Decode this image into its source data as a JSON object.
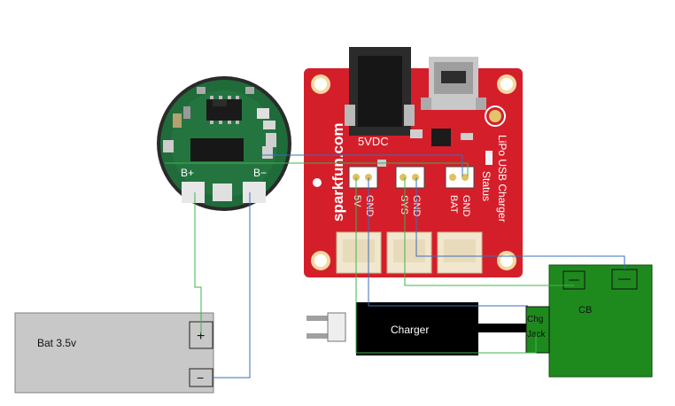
{
  "protection_board": {
    "bplus_label": "B+",
    "bminus_label": "B−"
  },
  "sparkfun_board": {
    "brand": "sparkfun.com",
    "dc_jack_label": "5VDC",
    "title_line1": "LiPo USB Charger",
    "title_line2": "Status",
    "connectors": [
      {
        "gnd": "GND",
        "pin": "5V"
      },
      {
        "gnd": "GND",
        "pin": "SYS"
      },
      {
        "gnd": "GND",
        "pin": "BAT"
      }
    ]
  },
  "battery": {
    "label": "Bat   3.5v",
    "plus": "+",
    "minus": "−"
  },
  "charger": {
    "label": "Charger"
  },
  "cb": {
    "label": "CB",
    "jack_label_line1": "Chg",
    "jack_label_line2": "Jack"
  },
  "colors": {
    "wire_green": "#3cb54a",
    "wire_blue": "#3a6fb8",
    "board_red": "#d41f2b",
    "pcb_green": "#1f6b3a",
    "cb_green": "#1e8a1e",
    "battery_gray": "#c8c8c8"
  }
}
